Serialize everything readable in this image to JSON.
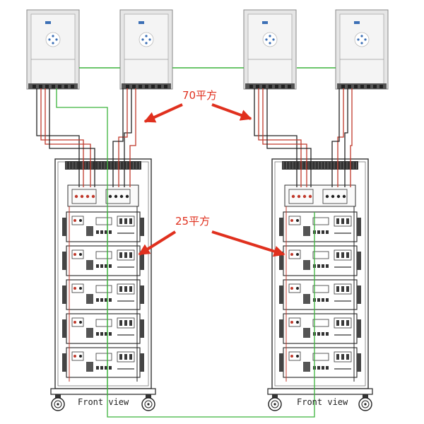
{
  "labels": {
    "cable_70": "70平方",
    "cable_25": "25平方"
  },
  "racks": [
    {
      "caption": "Front view"
    },
    {
      "caption": "Front view"
    }
  ],
  "inverters": [
    {
      "name": "inverter"
    },
    {
      "name": "inverter"
    },
    {
      "name": "inverter"
    },
    {
      "name": "inverter"
    }
  ],
  "colors": {
    "arrow": "#e0301e",
    "power_red": "#c0392b",
    "power_black": "#222222",
    "comm_green": "#3cb43c",
    "inverter_body": "#e6e6e6",
    "rack_frame": "#333333"
  }
}
